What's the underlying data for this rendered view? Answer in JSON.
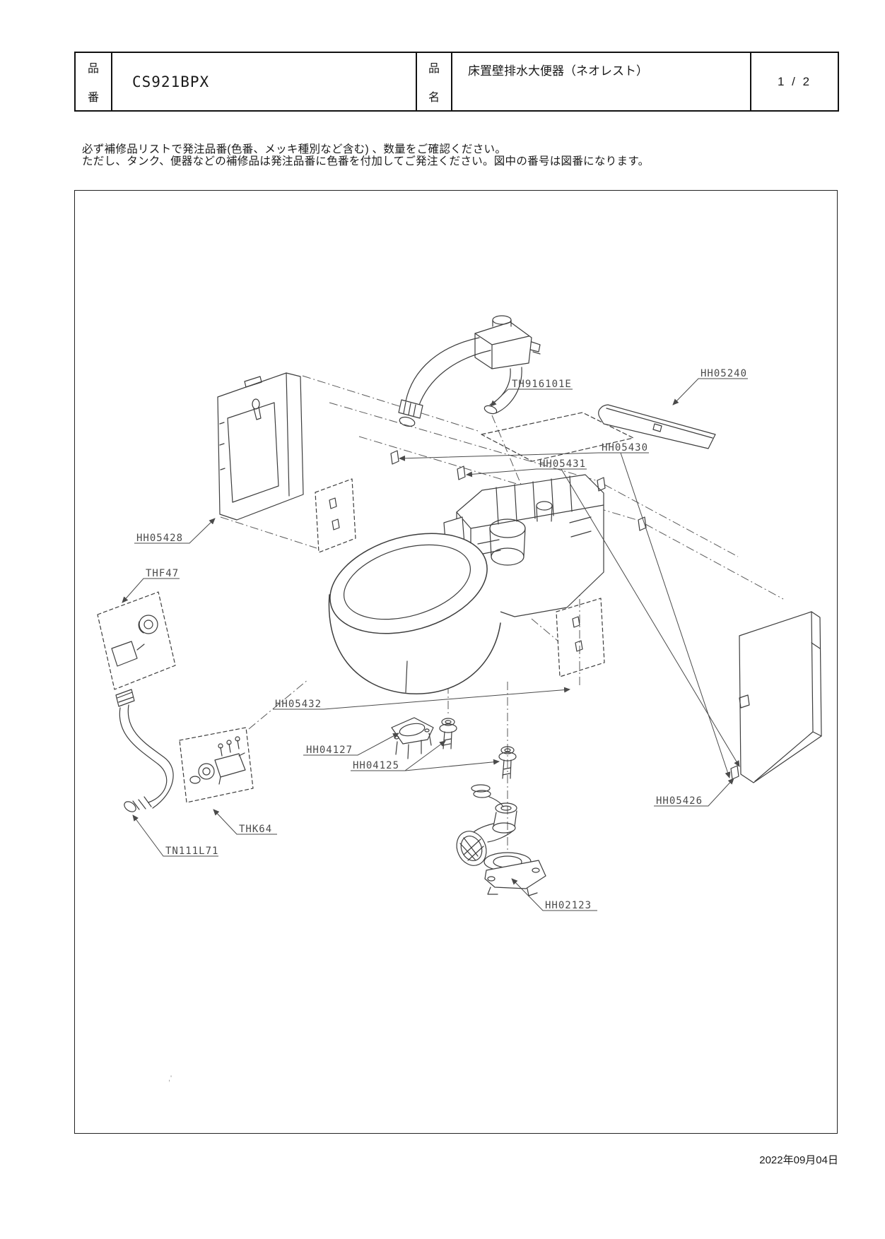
{
  "header": {
    "part_no_label": {
      "top": "品",
      "bottom": "番"
    },
    "part_number": "CS921BPX",
    "name_label": {
      "top": "品",
      "bottom": "名"
    },
    "product_name": "床置壁排水大便器（ネオレスト）",
    "page_indicator": "1 / 2"
  },
  "notes": {
    "line1": "必ず補修品リストで発注品番(色番、メッキ種別など含む) 、数量をご確認ください。",
    "line2": "ただし、タンク、便器などの補修品は発注品番に色番を付加してご発注ください。図中の番号は図番になります。"
  },
  "diagram": {
    "parts": [
      {
        "figure_no": "TH916101E"
      },
      {
        "figure_no": "HH05240"
      },
      {
        "figure_no": "HH05430"
      },
      {
        "figure_no": "HH05431"
      },
      {
        "figure_no": "HH05428"
      },
      {
        "figure_no": "THF47"
      },
      {
        "figure_no": "HH05432"
      },
      {
        "figure_no": "HH04127"
      },
      {
        "figure_no": "HH04125"
      },
      {
        "figure_no": "THK64"
      },
      {
        "figure_no": "TN111L71"
      },
      {
        "figure_no": "HH05426"
      },
      {
        "figure_no": "HH02123"
      }
    ],
    "stray_mark": ",'"
  },
  "footer": {
    "date": "2022年09月04日"
  }
}
